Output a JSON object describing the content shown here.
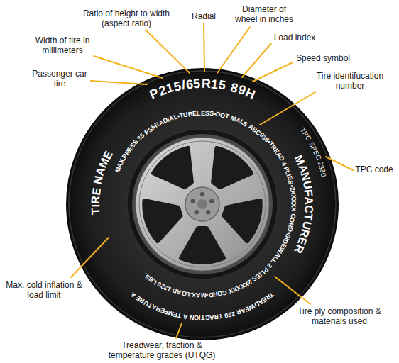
{
  "diagram": {
    "labels": [
      "Ratio of height to width (aspect ratio)",
      "Radial",
      "Diameter of wheel in inches",
      "Load index",
      "Speed symbol",
      "Tire identifucation number",
      "Width of tire in millimeters",
      "Passenger car tire",
      "TPC code",
      "Max. cold inflation & load limit",
      "Tire ply composition & materials used",
      "Treadwear, traction & temperature grades (UTQG)",
      "P215/65R15 89H",
      "MAX.PRESS 35 PSI•RADIAL•TUBELESS•DOT MALS ABC036•TREAD 4 PLIES•2XXXXX CORD•SIDEWALL 2 PLIES 2XXXXX CORD•MAX.LOAD 1320 LBS.",
      "TIRE NAME",
      "MANUFACTURER",
      "TPC SPEC 2330",
      "TREADWEAR 220 TRACTION A TEMPERATURE A"
    ]
  }
}
